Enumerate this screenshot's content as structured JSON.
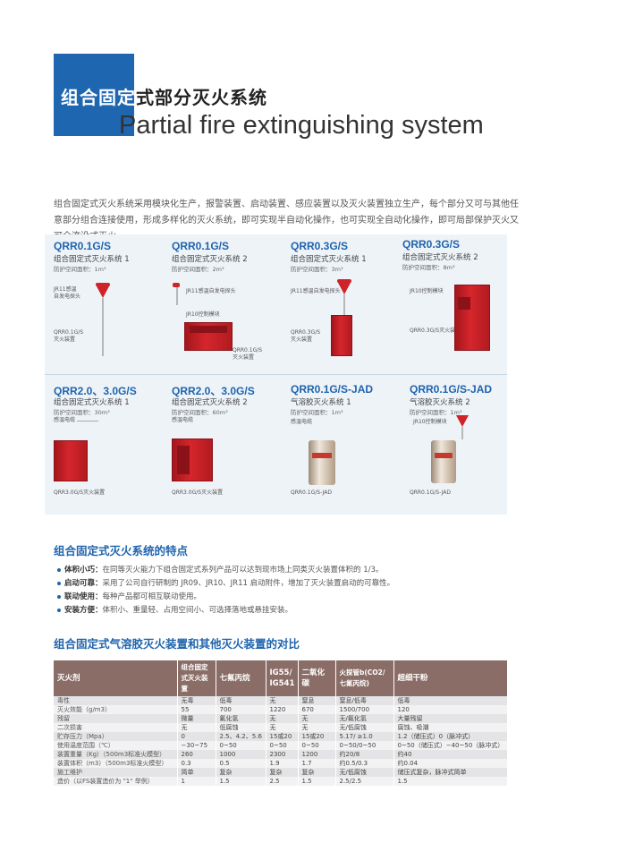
{
  "header": {
    "title_cn_highlight": "组合固定",
    "title_cn_rest": "式部分灭火系统",
    "title_en": "Partial fire extinguishing system"
  },
  "intro": "组合固定式灭火系统采用模块化生产，报警装置、启动装置、感应装置以及灭火装置独立生产，每个部分又可与其他任意部分组合连接使用，形成多样化的灭火系统，即可实现半自动化操作，也可实现全自动化操作，即可局部保护灭火又可全淹没式灭火。",
  "products": [
    {
      "model": "QRR0.1G/S",
      "name": "组合固定式灭火系统 1",
      "area": "防护空间面积：1m³",
      "labels": [
        "JR11感温\n自发电探头",
        "QRR0.1G/S\n灭火装置"
      ]
    },
    {
      "model": "QRR0.1G/S",
      "name": "组合固定式灭火系统 2",
      "area": "防护空间面积：2m³",
      "labels": [
        "JR11感温自发电探头",
        "JR10控制模块",
        "QRR0.1G/S\n灭火装置"
      ]
    },
    {
      "model": "QRR0.3G/S",
      "name": "组合固定式灭火系统 1",
      "area": "防护空间面积：3m³",
      "labels": [
        "JR11感温自发电探头",
        "QRR0.3G/S\n灭火装置"
      ]
    },
    {
      "model": "QRR0.3G/S",
      "name": "组合固定式灭火系统 2",
      "area": "防护空间面积：8m³",
      "labels": [
        "JR10控制模块",
        "QRR0.3G/S灭火装置"
      ]
    },
    {
      "model": "QRR2.0、3.0G/S",
      "name": "组合固定式灭火系统 1",
      "area": "防护空间面积：30m³",
      "labels": [
        "感温电缆",
        "QRR3.0G/S灭火装置"
      ]
    },
    {
      "model": "QRR2.0、3.0G/S",
      "name": "组合固定式灭火系统 2",
      "area": "防护空间面积：60m³",
      "labels": [
        "感温电缆",
        "QRR3.0G/S灭火装置"
      ]
    },
    {
      "model": "QRR0.1G/S-JAD",
      "name": "气溶胶灭火系统 1",
      "area": "防护空间面积：1m³",
      "labels": [
        "感温电缆",
        "QRR0.1G/S-JAD"
      ]
    },
    {
      "model": "QRR0.1G/S-JAD",
      "name": "气溶胶灭火系统 2",
      "area": "防护空间面积：1m³",
      "labels": [
        "JR10控制模块",
        "QRR0.1G/S-JAD"
      ]
    }
  ],
  "features": {
    "title": "组合固定式灭火系统的特点",
    "items": [
      {
        "key": "体积小巧：",
        "text": "在同等灭火能力下组合固定式系列产品可以达到现市场上同类灭火装置体积的 1/3。"
      },
      {
        "key": "启动可靠：",
        "text": "采用了公司自行研制的 JR09、JR10、JR11 启动附件，增加了灭火装置启动的可靠性。"
      },
      {
        "key": "联动使用：",
        "text": "每种产品都可相互联动使用。"
      },
      {
        "key": "安装方便：",
        "text": "体积小、重量轻、占用空间小、可选择落地或悬挂安装。"
      }
    ]
  },
  "comparison": {
    "title": "组合固定式气溶胶灭火装置和其他灭火装置的对比",
    "headers": [
      "灭火剂",
      "组合固定\n式灭火装置",
      "七氟丙烷",
      "IG55/\nIG541",
      "二氧化碳",
      "火探管b(CO2/\n七氟丙烷)",
      "超细干粉"
    ],
    "rows": [
      [
        "毒性",
        "无毒",
        "低毒",
        "无",
        "窒息",
        "窒息/低毒",
        "低毒"
      ],
      [
        "灭火效能（g/m3）",
        "55",
        "700",
        "1220",
        "670",
        "1500/700",
        "120"
      ],
      [
        "残留",
        "微量",
        "氟化氢",
        "无",
        "无",
        "无/氟化氢",
        "大量残留"
      ],
      [
        "二次损害",
        "无",
        "低腐蚀",
        "无",
        "无",
        "无/低腐蚀",
        "腐蚀、吸潮"
      ],
      [
        "贮存压力（Mpa）",
        "0",
        "2.5、4.2、5.6",
        "15或20",
        "15或20",
        "5.17/ ≥1.0",
        "1.2（储压式）0（脉冲式）"
      ],
      [
        "使用温度范围（℃）",
        "−30~75",
        "0~50",
        "0~50",
        "0~50",
        "0~50/0~50",
        "0~50（储压式）−40~50（脉冲式）"
      ],
      [
        "装置重量（Kg）（500m3标准火模型）",
        "260",
        "1000",
        "2300",
        "1200",
        "约20/8",
        "约40"
      ],
      [
        "装置体积（m3）（500m3标准火模型）",
        "0.3",
        "0.5",
        "1.9",
        "1.7",
        "约0.5/0.3",
        "约0.04"
      ],
      [
        "施工维护",
        "简单",
        "复杂",
        "复杂",
        "复杂",
        "无/低腐蚀",
        "储压式复杂，脉冲式简单"
      ],
      [
        "造价（以FS装置造价为 \"1\" 举例）",
        "1",
        "1.5",
        "2.5",
        "1.5",
        "2.5/2.5",
        "1.5"
      ]
    ]
  },
  "colors": {
    "brand_blue": "#1f66b1",
    "product_red": "#cf2229",
    "table_header": "#8a6d67"
  }
}
